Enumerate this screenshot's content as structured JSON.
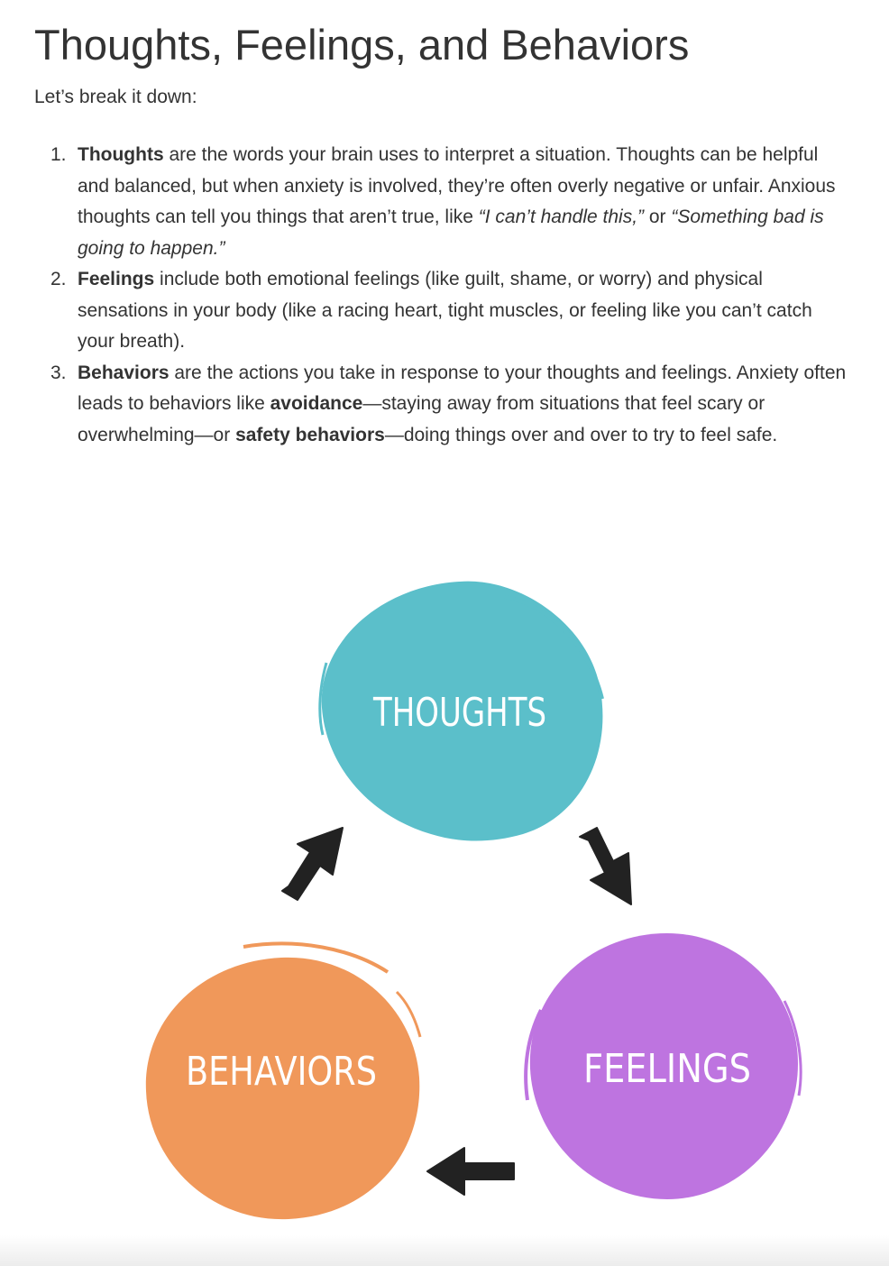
{
  "page": {
    "title": "Thoughts, Feelings, and Behaviors",
    "intro": "Let’s break it down:"
  },
  "list": [
    {
      "number": "1.",
      "term": "Thoughts",
      "text_1": " are the words your brain uses to interpret a situation. Thoughts can be helpful and balanced, but when anxiety is involved, they’re often overly negative or unfair. Anxious thoughts can tell you things that aren’t true, like ",
      "quote_1": "“I can’t handle this,”",
      "text_2": " or ",
      "quote_2": "“Something bad is going to happen.”"
    },
    {
      "number": "2.",
      "term": "Feelings",
      "text_1": " include both emotional feelings (like guilt, shame, or worry) and physical sensations in your body (like a racing heart, tight muscles, or feeling like you can’t catch your breath)."
    },
    {
      "number": "3.",
      "term": "Behaviors",
      "text_1": " are the actions you take in response to your thoughts and feelings. Anxiety often leads to behaviors like ",
      "term_2": "avoidance",
      "text_2": "—staying away from situations that feel scary or overwhelming—or ",
      "term_3": "safety behaviors",
      "text_3": "—doing things over and over to try to feel safe."
    }
  ],
  "diagram": {
    "thoughts_label": "THOUGHTS",
    "feelings_label": "FEELINGS",
    "behaviors_label": "BEHAVIORS",
    "colors": {
      "thoughts": "#5bbfca",
      "feelings": "#be74e0",
      "behaviors": "#f0985a",
      "arrow": "#222222"
    },
    "arrows": [
      "thoughts-to-feelings",
      "feelings-to-behaviors",
      "behaviors-to-thoughts"
    ]
  }
}
